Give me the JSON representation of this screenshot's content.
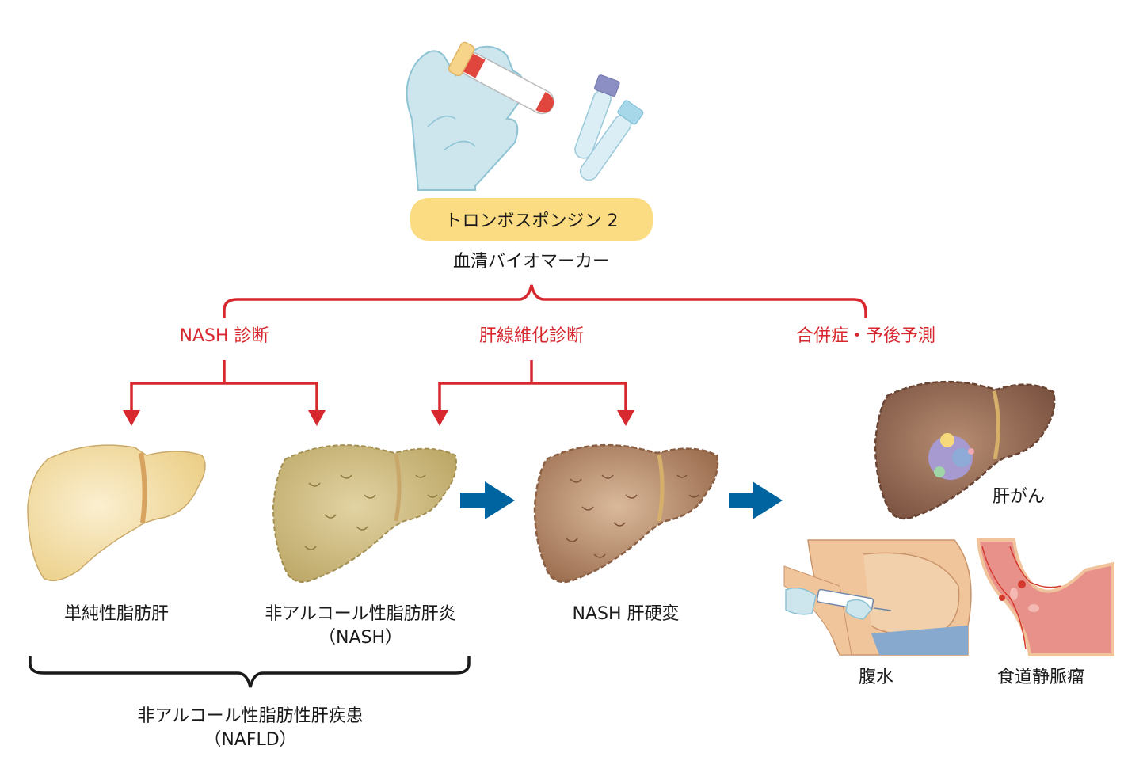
{
  "marker": {
    "name": "トロンボスポンジン 2",
    "subtitle": "血清バイオマーカー"
  },
  "branches": [
    {
      "label": "NASH 診断"
    },
    {
      "label": "肝線維化診断"
    },
    {
      "label": "合併症・予後予測"
    }
  ],
  "stages": [
    {
      "label": "単純性脂肪肝",
      "sublabel": ""
    },
    {
      "label": "非アルコール性脂肪肝炎",
      "sublabel": "（NASH）"
    },
    {
      "label": "NASH 肝硬変",
      "sublabel": ""
    }
  ],
  "group": {
    "label": "非アルコール性脂肪性肝疾患",
    "sublabel": "（NAFLD）"
  },
  "complications": [
    {
      "label": "肝がん"
    },
    {
      "label": "腹水"
    },
    {
      "label": "食道静脈瘤"
    }
  ],
  "colors": {
    "accent_red": "#d7282f",
    "progress_arrow_blue": "#0064a0",
    "marker_pill": "#fcdc82",
    "glove": "#cde6ee",
    "fatty_liver": "#f1d99a",
    "nash_liver": "#c9b577",
    "cirrhosis_liver": "#a87a5c"
  }
}
